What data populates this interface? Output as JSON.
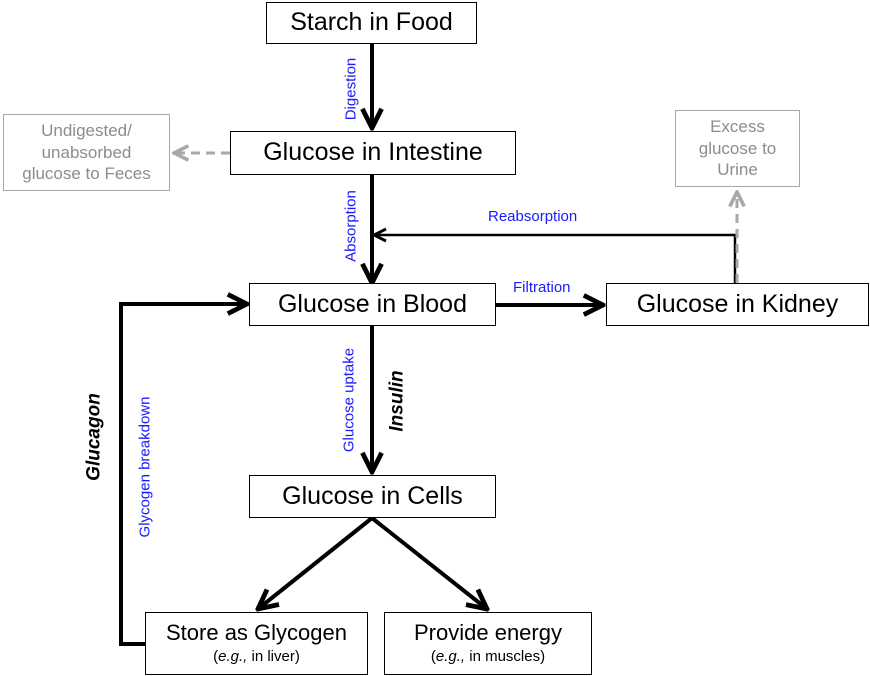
{
  "boxes": {
    "starch": "Starch in Food",
    "intestine": "Glucose in Intestine",
    "feces": [
      "Undigested/",
      "unabsorbed",
      "glucose to Feces"
    ],
    "urine": [
      "Excess",
      "glucose to",
      "Urine"
    ],
    "blood": "Glucose in Blood",
    "kidney": "Glucose in Kidney",
    "cells": "Glucose in Cells",
    "glycogen": {
      "title": "Store as Glycogen",
      "sub_italic": "e.g.,",
      "sub_rest": " in liver)",
      "sub_open": "("
    },
    "energy": {
      "title": "Provide energy",
      "sub_italic": "e.g.,",
      "sub_rest": " in muscles)",
      "sub_open": "("
    }
  },
  "labels": {
    "digestion": "Digestion",
    "absorption": "Absorption",
    "reabsorption": "Reabsorption",
    "filtration": "Filtration",
    "glucose_uptake": "Glucose uptake",
    "insulin": "Insulin",
    "glucagon": "Glucagon",
    "glycogen_breakdown": "Glycogen breakdown"
  },
  "colors": {
    "label_blue": "#1a1aff",
    "gray": "#a8a8a8"
  }
}
